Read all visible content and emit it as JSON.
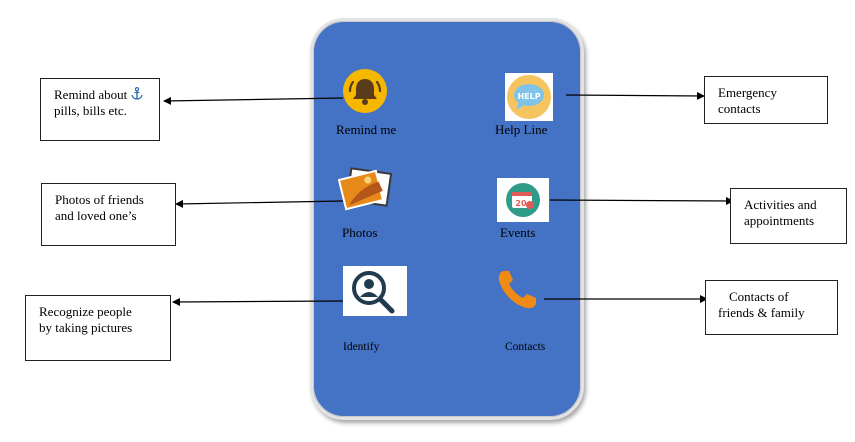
{
  "phone": {
    "apps": [
      {
        "label": "Remind me",
        "icon": "bell-icon"
      },
      {
        "label": "Help Line",
        "icon": "help-bubble-icon"
      },
      {
        "label": "Photos",
        "icon": "photos-icon"
      },
      {
        "label": "Events",
        "icon": "calendar-icon"
      },
      {
        "label": "Identify",
        "icon": "identify-search-icon"
      },
      {
        "label": "Contacts",
        "icon": "phone-icon"
      }
    ],
    "help_text": "HELP",
    "calendar_text": "20"
  },
  "callouts": {
    "remind": {
      "line1": "Remind about",
      "line2": "pills, bills etc.",
      "icon": "anchor-icon"
    },
    "photos": {
      "line1": "Photos of friends",
      "line2": "and loved one’s"
    },
    "identify": {
      "line1": "Recognize people",
      "line2": "by taking pictures"
    },
    "help": {
      "line1": "Emergency",
      "line2": "contacts"
    },
    "events": {
      "line1": "Activities and",
      "line2": "appointments"
    },
    "contacts": {
      "line1": "Contacts of",
      "line2": "friends & family"
    }
  },
  "colors": {
    "phone_body": "#4472c4",
    "bell_bg": "#f5b700",
    "photos_orange": "#e88a1a",
    "phone_icon": "#f08a17",
    "calendar": "#e05a5a"
  }
}
